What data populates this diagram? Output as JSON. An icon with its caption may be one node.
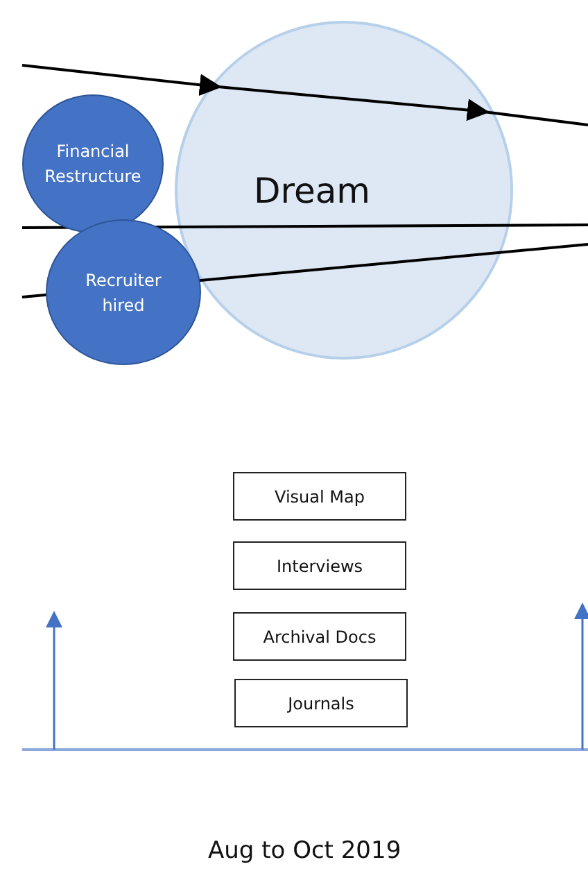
{
  "diagram": {
    "nodes": [
      {
        "text": [
          "Dream"
        ]
      },
      {
        "text": [
          "Financial Restructure"
        ]
      },
      {
        "text": [
          "Recruiter hired"
        ]
      },
      {
        "text": [
          "Visual Map"
        ]
      },
      {
        "text": [
          "Interviews"
        ]
      },
      {
        "text": [
          "Archival Docs"
        ]
      },
      {
        "text": [
          "Journals"
        ]
      }
    ],
    "labels": [
      "Aug to Oct 2019"
    ]
  }
}
